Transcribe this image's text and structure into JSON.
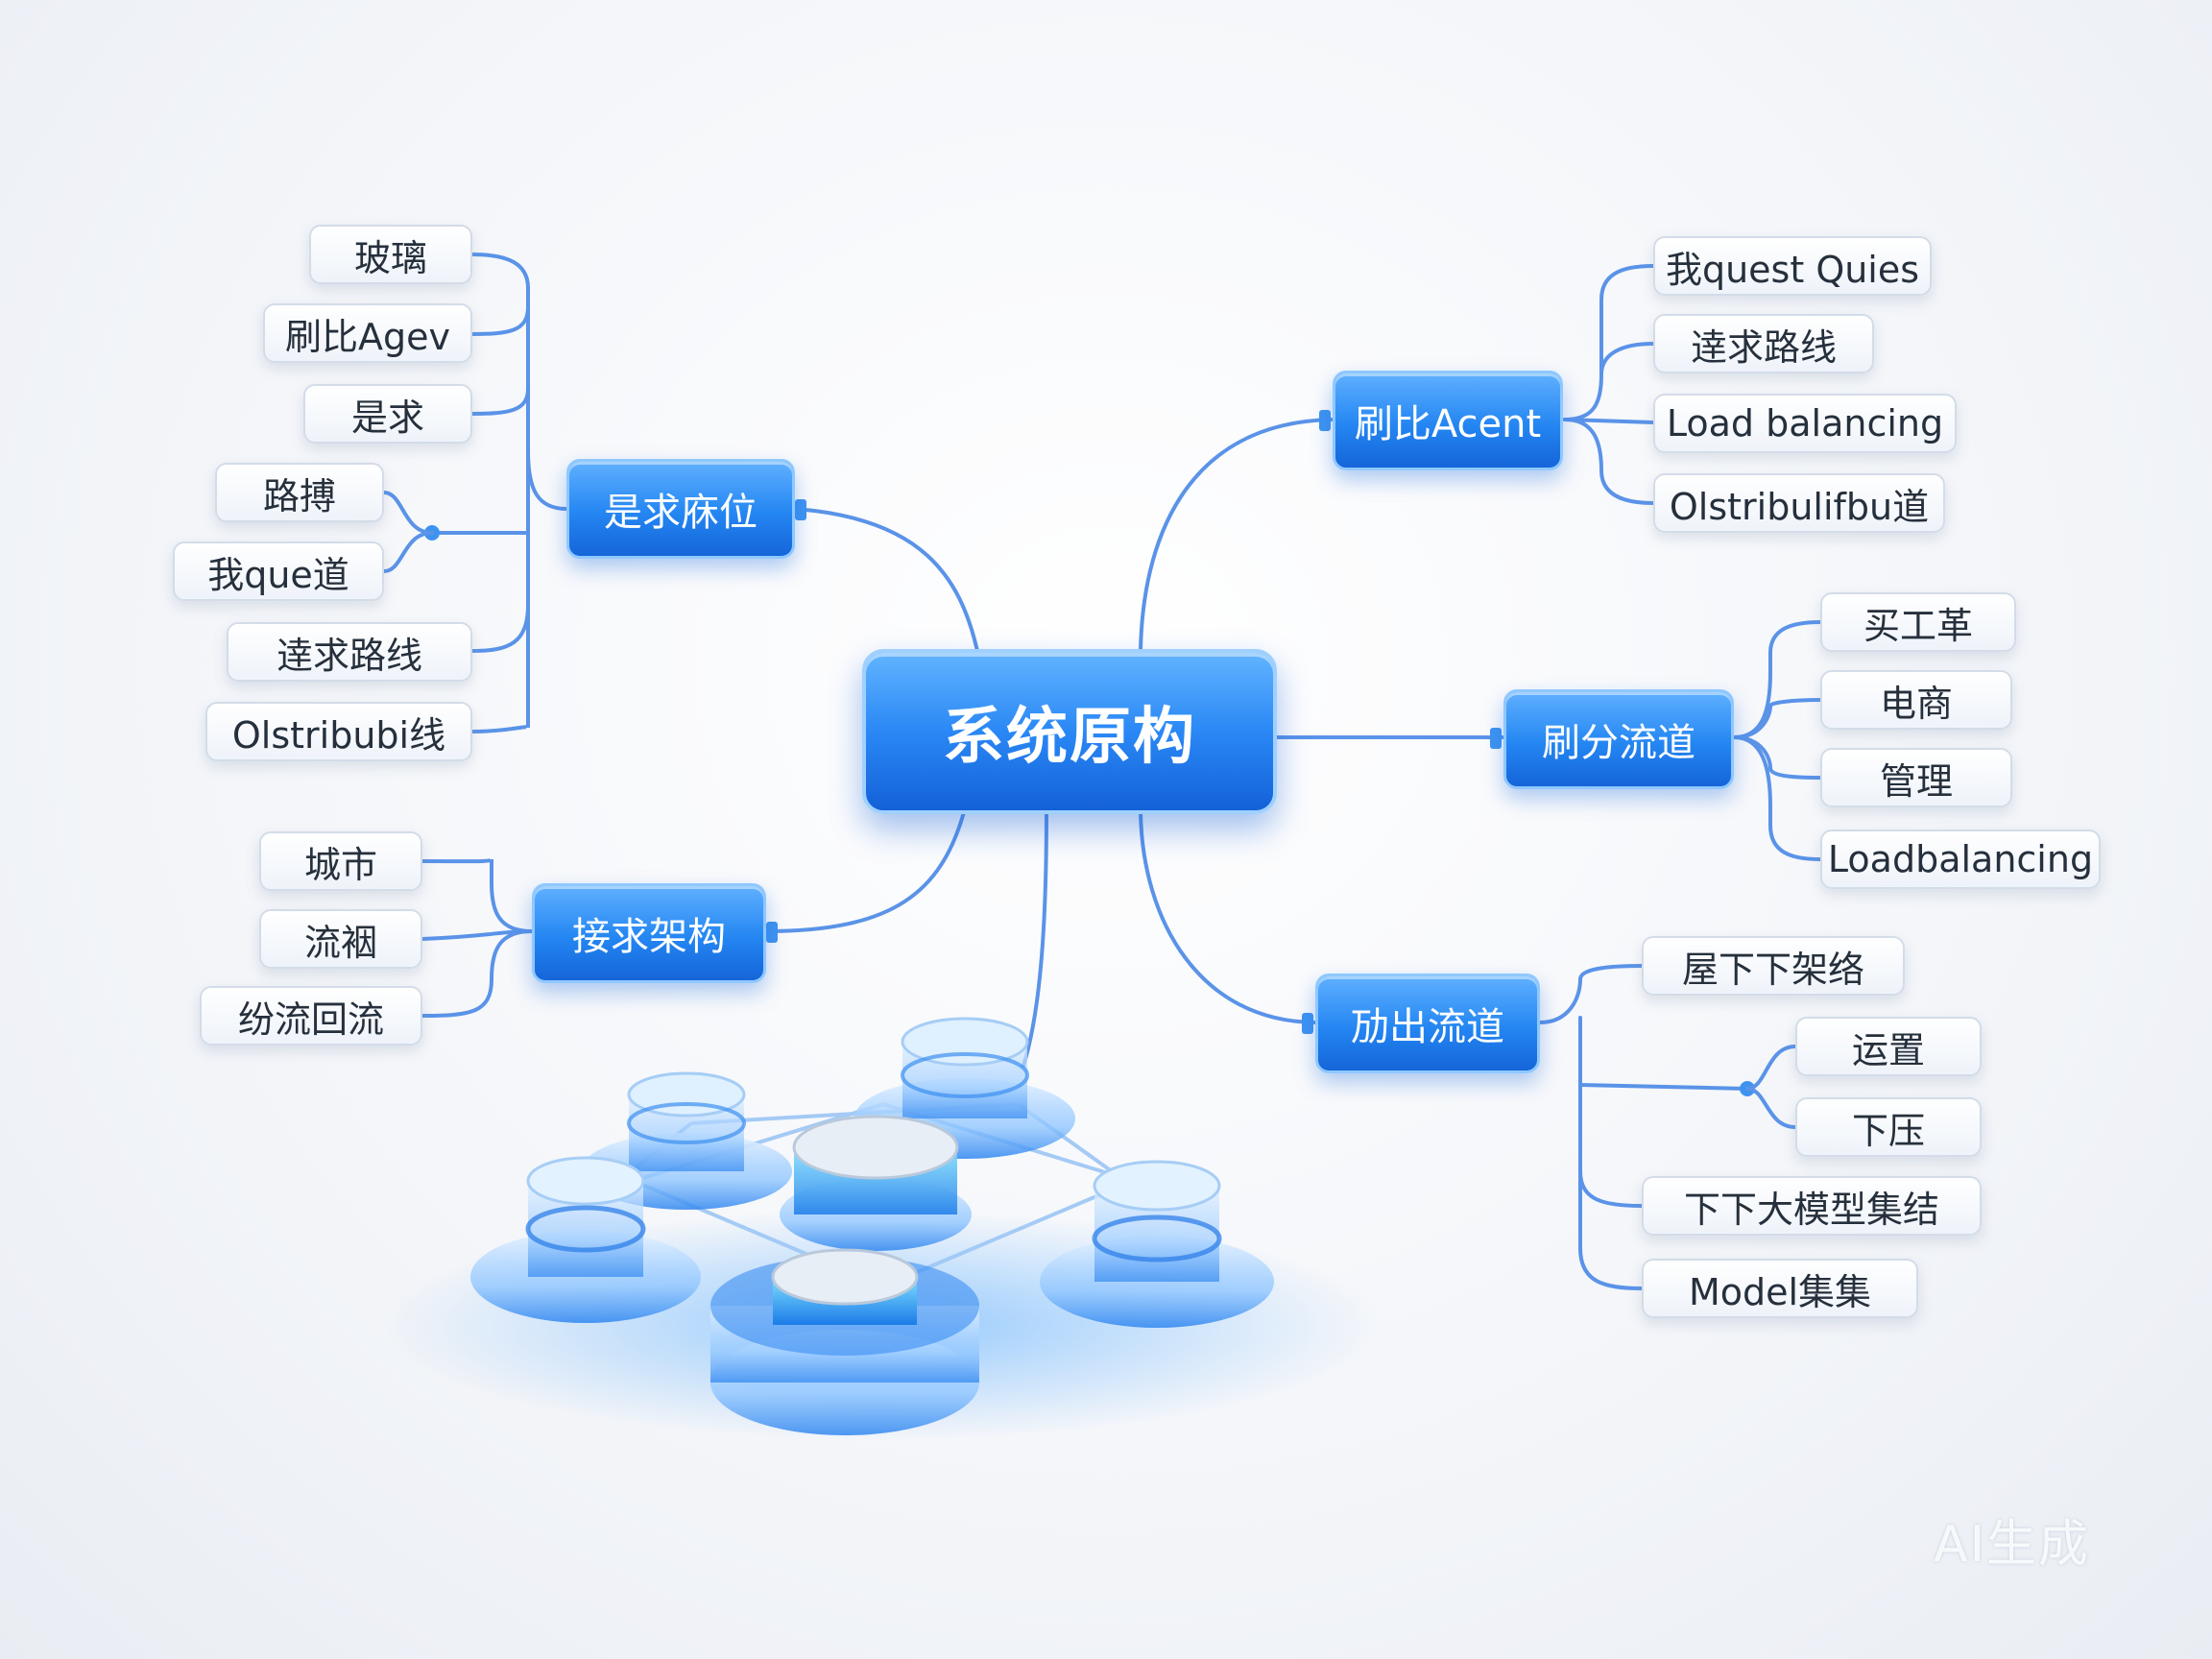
{
  "center": {
    "label": "系统原构"
  },
  "branches": {
    "top_left": {
      "label": "是求庥位"
    },
    "bottom_left": {
      "label": "接求架构"
    },
    "top_right": {
      "label": "刷比Acent"
    },
    "mid_right": {
      "label": "刷分流道"
    },
    "bottom_right": {
      "label": "劢出流道"
    }
  },
  "leaves": {
    "top_left": [
      "玻璃",
      "刷比Agev",
      "是求",
      "路搏",
      "我que道",
      "逹求路线",
      "Olstribubi线"
    ],
    "bottom_left": [
      "城市",
      "流裀",
      "纷流回流"
    ],
    "top_right": [
      "我quest Quies",
      "逹求路线",
      "Load balancing",
      "Olstribulifbu道"
    ],
    "mid_right": [
      "买工革",
      "电商",
      "管理",
      "Loadbalancing"
    ],
    "bottom_right": [
      "屋下下架络",
      "运置",
      "下压",
      "下下大模型集结",
      "Model集集"
    ]
  },
  "colors": {
    "accent": "#2486f2",
    "link": "#5a93e8",
    "leaf_border": "#d3dce8"
  },
  "watermark": "AI生成"
}
